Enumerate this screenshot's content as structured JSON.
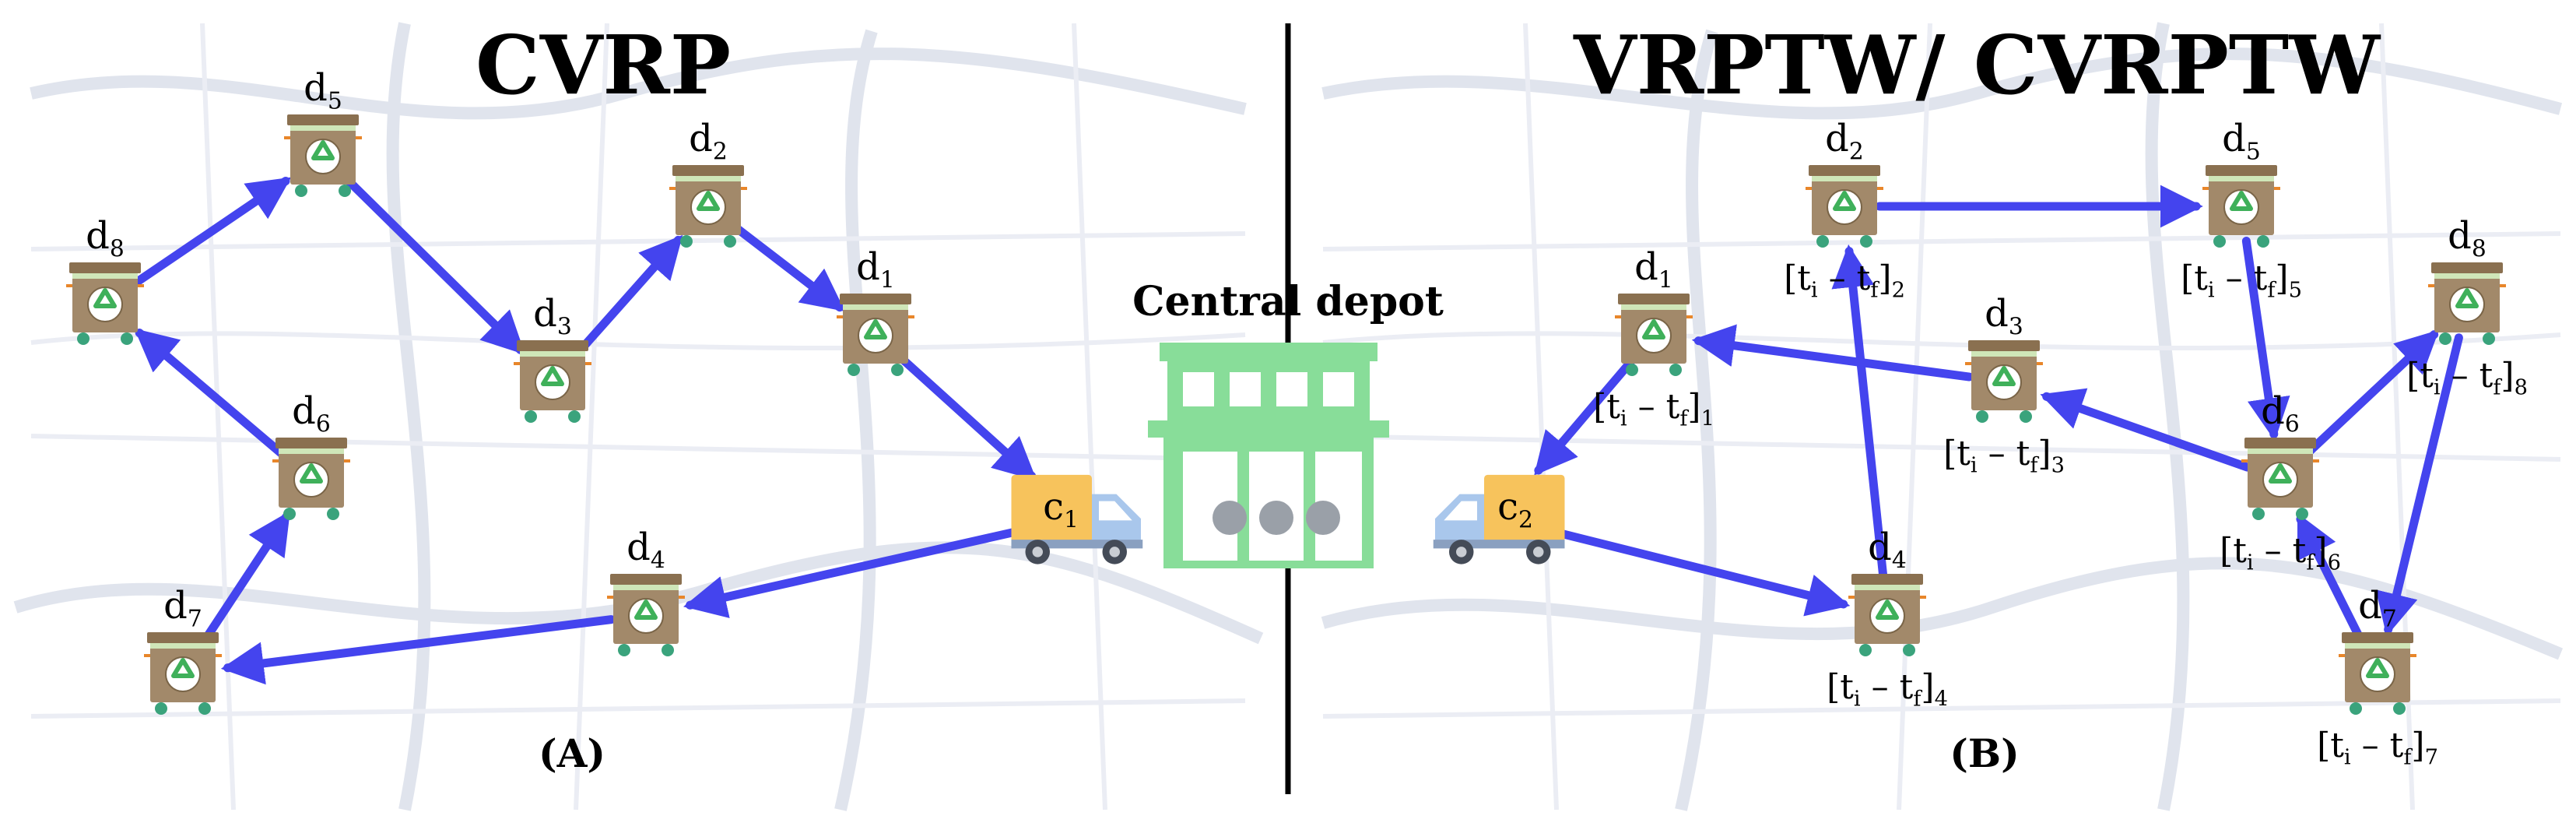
{
  "panel_a": {
    "title": "CVRP",
    "caption": "(A)",
    "vehicle": {
      "label": "c",
      "subscript": "1"
    },
    "bins": [
      {
        "id": "d1",
        "label": "d",
        "sub": "1"
      },
      {
        "id": "d2",
        "label": "d",
        "sub": "2"
      },
      {
        "id": "d3",
        "label": "d",
        "sub": "3"
      },
      {
        "id": "d4",
        "label": "d",
        "sub": "4"
      },
      {
        "id": "d5",
        "label": "d",
        "sub": "5"
      },
      {
        "id": "d6",
        "label": "d",
        "sub": "6"
      },
      {
        "id": "d7",
        "label": "d",
        "sub": "7"
      },
      {
        "id": "d8",
        "label": "d",
        "sub": "8"
      }
    ],
    "route": [
      "c1",
      "d4",
      "d7",
      "d6",
      "d8",
      "d5",
      "d3",
      "d2",
      "d1",
      "c1"
    ]
  },
  "panel_b": {
    "title": "VRPTW/ CVRPTW",
    "caption": "(B)",
    "vehicle": {
      "label": "c",
      "subscript": "2"
    },
    "bins": [
      {
        "id": "d1",
        "label": "d",
        "sub": "1",
        "window": {
          "open": "[t",
          "i": "i",
          "mid": " – t",
          "f": "f",
          "close": "]",
          "sub": "1"
        }
      },
      {
        "id": "d2",
        "label": "d",
        "sub": "2",
        "window": {
          "open": "[t",
          "i": "i",
          "mid": " – t",
          "f": "f",
          "close": "]",
          "sub": "2"
        }
      },
      {
        "id": "d3",
        "label": "d",
        "sub": "3",
        "window": {
          "open": "[t",
          "i": "i",
          "mid": " – t",
          "f": "f",
          "close": "]",
          "sub": "3"
        }
      },
      {
        "id": "d4",
        "label": "d",
        "sub": "4",
        "window": {
          "open": "[t",
          "i": "i",
          "mid": " – t",
          "f": "f",
          "close": "]",
          "sub": "4"
        }
      },
      {
        "id": "d5",
        "label": "d",
        "sub": "5",
        "window": {
          "open": "[t",
          "i": "i",
          "mid": " – t",
          "f": "f",
          "close": "]",
          "sub": "5"
        }
      },
      {
        "id": "d6",
        "label": "d",
        "sub": "6",
        "window": {
          "open": "[t",
          "i": "i",
          "mid": " – t",
          "f": "f",
          "close": "]",
          "sub": "6"
        }
      },
      {
        "id": "d7",
        "label": "d",
        "sub": "7",
        "window": {
          "open": "[t",
          "i": "i",
          "mid": " – t",
          "f": "f",
          "close": "]",
          "sub": "7"
        }
      },
      {
        "id": "d8",
        "label": "d",
        "sub": "8",
        "window": {
          "open": "[t",
          "i": "i",
          "mid": " – t",
          "f": "f",
          "close": "]",
          "sub": "8"
        }
      }
    ],
    "route": [
      "c2",
      "d4",
      "d2",
      "d5",
      "d6",
      "d8",
      "d7",
      "d6",
      "d3",
      "d1",
      "c2"
    ]
  },
  "depot": {
    "label": "Central depot"
  },
  "colors": {
    "route": "#4444ee",
    "depot": "#88dd99",
    "truck_cargo": "#f7c35c",
    "truck_cab": "#a9c7ec",
    "bin_body": "#a2896a",
    "bin_lid": "#8a7050",
    "bin_band": "#cfe6b8",
    "recycle": "#3fb05a",
    "wheel": "#3aa37c",
    "map_road": "#d8dde8",
    "divider": "#000000"
  }
}
